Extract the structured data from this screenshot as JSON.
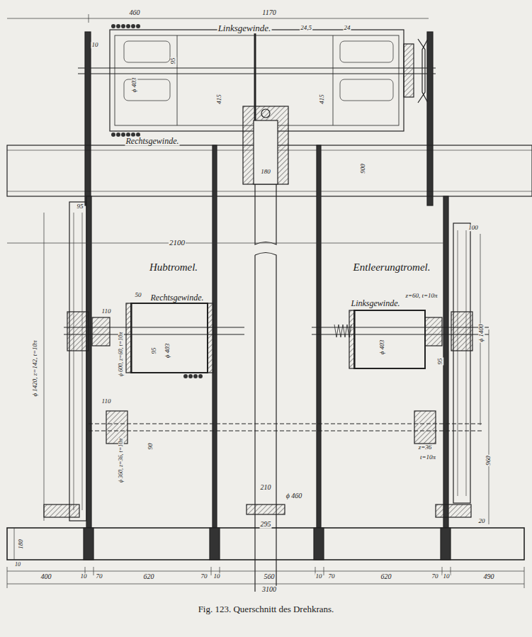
{
  "diagram": {
    "caption": "Fig. 123. Querschnitt des Drehkrans.",
    "labels": [
      "460",
      "1170",
      "Linksgewinde.",
      "24,5",
      "24",
      "10",
      "ϕ 403",
      "95",
      "415",
      "415",
      "Rechtsgewinde.",
      "180",
      "900",
      "2100",
      "95",
      "100",
      "Hubtromel.",
      "Entleerungtromel.",
      "50",
      "Rechtsgewinde.",
      "Linksgewinde.",
      "z=60, t=10π",
      "ϕ 600, z=60, t=10π",
      "ϕ 1420, z=142, t=10π",
      "ϕ 1400",
      "110",
      "95",
      "ϕ 403",
      "ϕ 403",
      "95",
      "ϕ 360, z=36, t=10π",
      "110",
      "90",
      "z=36",
      "t=10π",
      "960",
      "20",
      "ϕ 460",
      "210",
      "295",
      "180",
      "10",
      "400",
      "10",
      "70",
      "620",
      "70",
      "10",
      "560",
      "10",
      "70",
      "620",
      "70",
      "10",
      "490",
      "3100"
    ]
  }
}
